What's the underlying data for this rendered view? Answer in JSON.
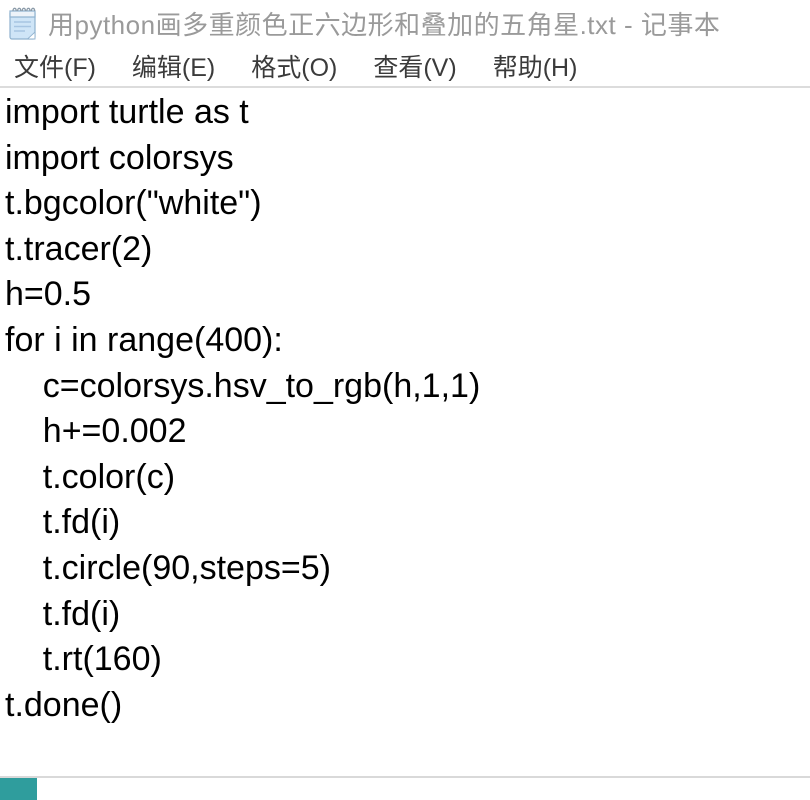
{
  "window": {
    "title": "用python画多重颜色正六边形和叠加的五角星.txt - 记事本",
    "icon": "notepad-icon"
  },
  "menu_bar": {
    "items": [
      "文件(F)",
      "编辑(E)",
      "格式(O)",
      "查看(V)",
      "帮助(H)"
    ]
  },
  "editor": {
    "lines": [
      "import turtle as t",
      "import colorsys",
      "t.bgcolor(\"white\")",
      "t.tracer(2)",
      "h=0.5",
      "for i in range(400):",
      "    c=colorsys.hsv_to_rgb(h,1,1)",
      "    h+=0.002",
      "    t.color(c)",
      "    t.fd(i)",
      "    t.circle(90,steps=5)",
      "    t.fd(i)",
      "    t.rt(160)",
      "t.done()"
    ]
  },
  "colors": {
    "title_text": "#9a9a9a",
    "menu_text": "#3b3b3b",
    "code_text": "#000000",
    "menu_separator": "#dcdcdc",
    "bottom_border": "#d9d9d9",
    "desktop_fragment": "#2f9d9d"
  }
}
